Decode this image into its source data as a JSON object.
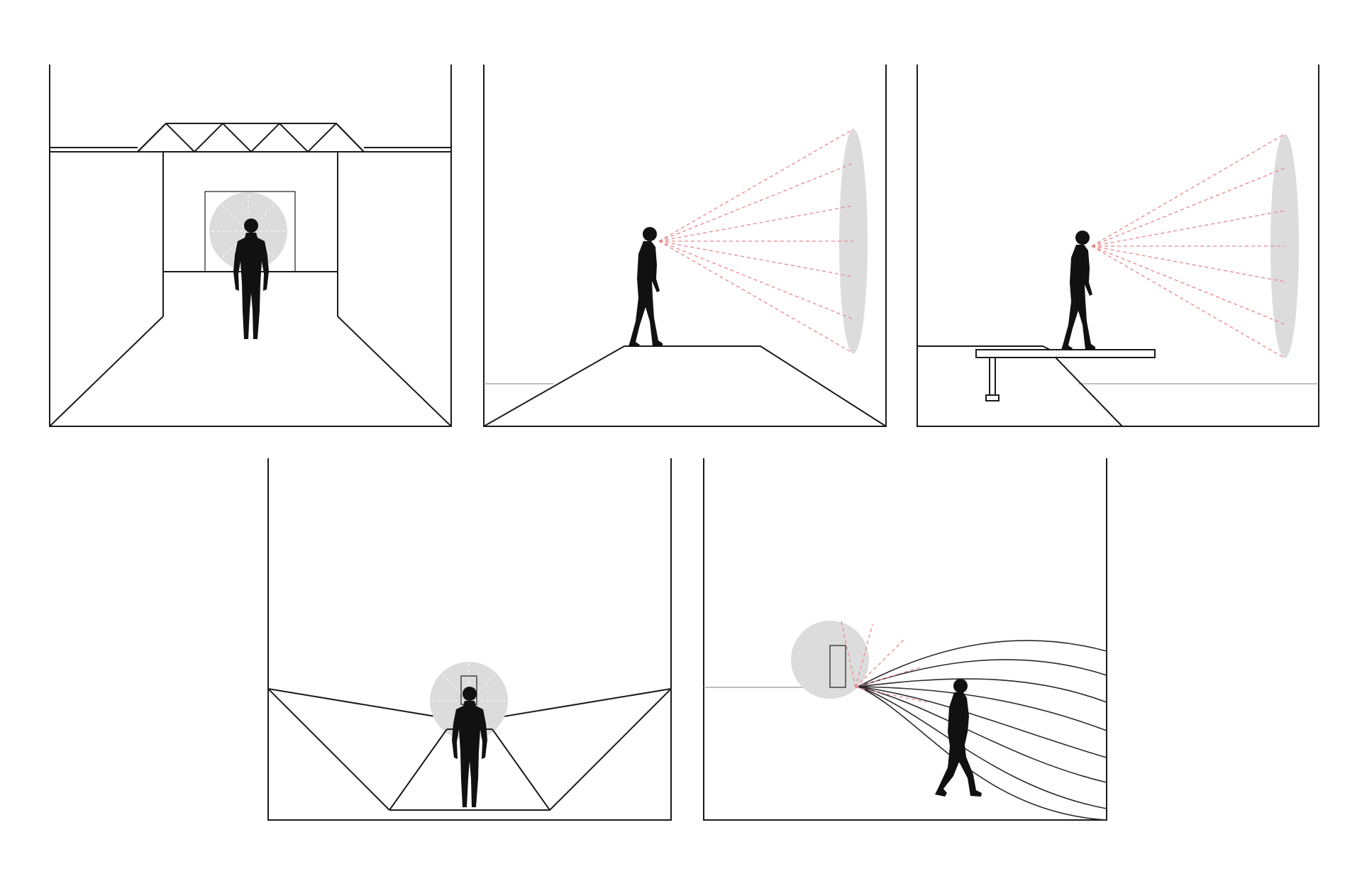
{
  "colors": {
    "line": "#1a1a1a",
    "figure": "#111111",
    "focus_disc": "#dcdcdd",
    "sight_ray": "#e8868a",
    "flow_curve": "#2a2a2a",
    "background": "#ffffff"
  },
  "panels": [
    {
      "id": "corridor-frame-view",
      "description_kind": "front view, framed aperture with truss roof"
    },
    {
      "id": "ramp-side-view",
      "description_kind": "side view, figure on raised ramp looking at disc"
    },
    {
      "id": "bridge-side-view",
      "description_kind": "side view, figure on platform looking at disc"
    },
    {
      "id": "valley-front-view",
      "description_kind": "front view, figure descending into V-shaped space"
    },
    {
      "id": "flow-field-view",
      "description_kind": "perspective view, curved lines converging to doorway"
    }
  ]
}
